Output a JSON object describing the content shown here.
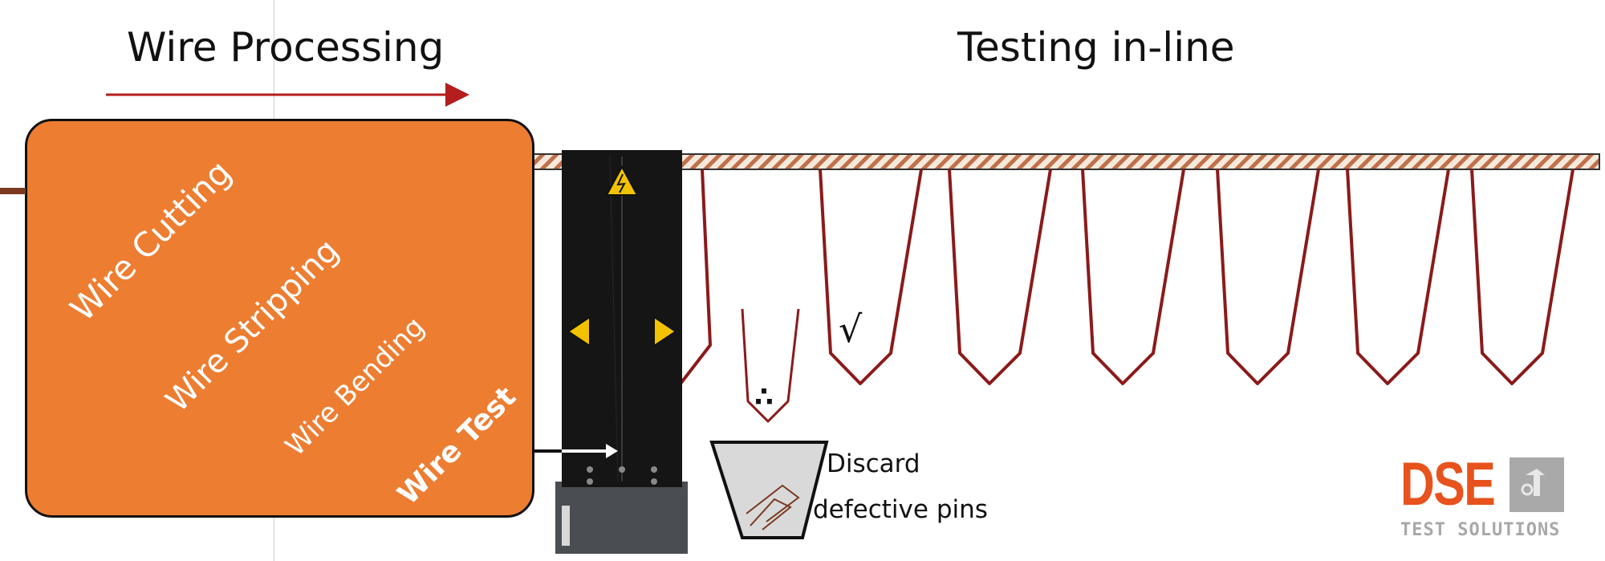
{
  "titles": {
    "left": "Wire Processing",
    "right": "Testing in-line"
  },
  "machine": {
    "operations": [
      "Wire Cutting",
      "Wire Stripping",
      "Wire Bending",
      "Wire Test"
    ]
  },
  "discard": {
    "line1": "Discard",
    "line2": "defective pins"
  },
  "marks": {
    "pass": "√",
    "fail": "∴"
  },
  "logo": {
    "name": "DSE",
    "subtitle": "TEST SOLUTIONS"
  },
  "colors": {
    "machine": "#ed7d31",
    "arrow": "#b41e1e",
    "wire": "#8b1a1a",
    "belt_stripe": "#c0704a",
    "tester": "#151515",
    "warning": "#f2c200",
    "logo": "#e8521c"
  }
}
